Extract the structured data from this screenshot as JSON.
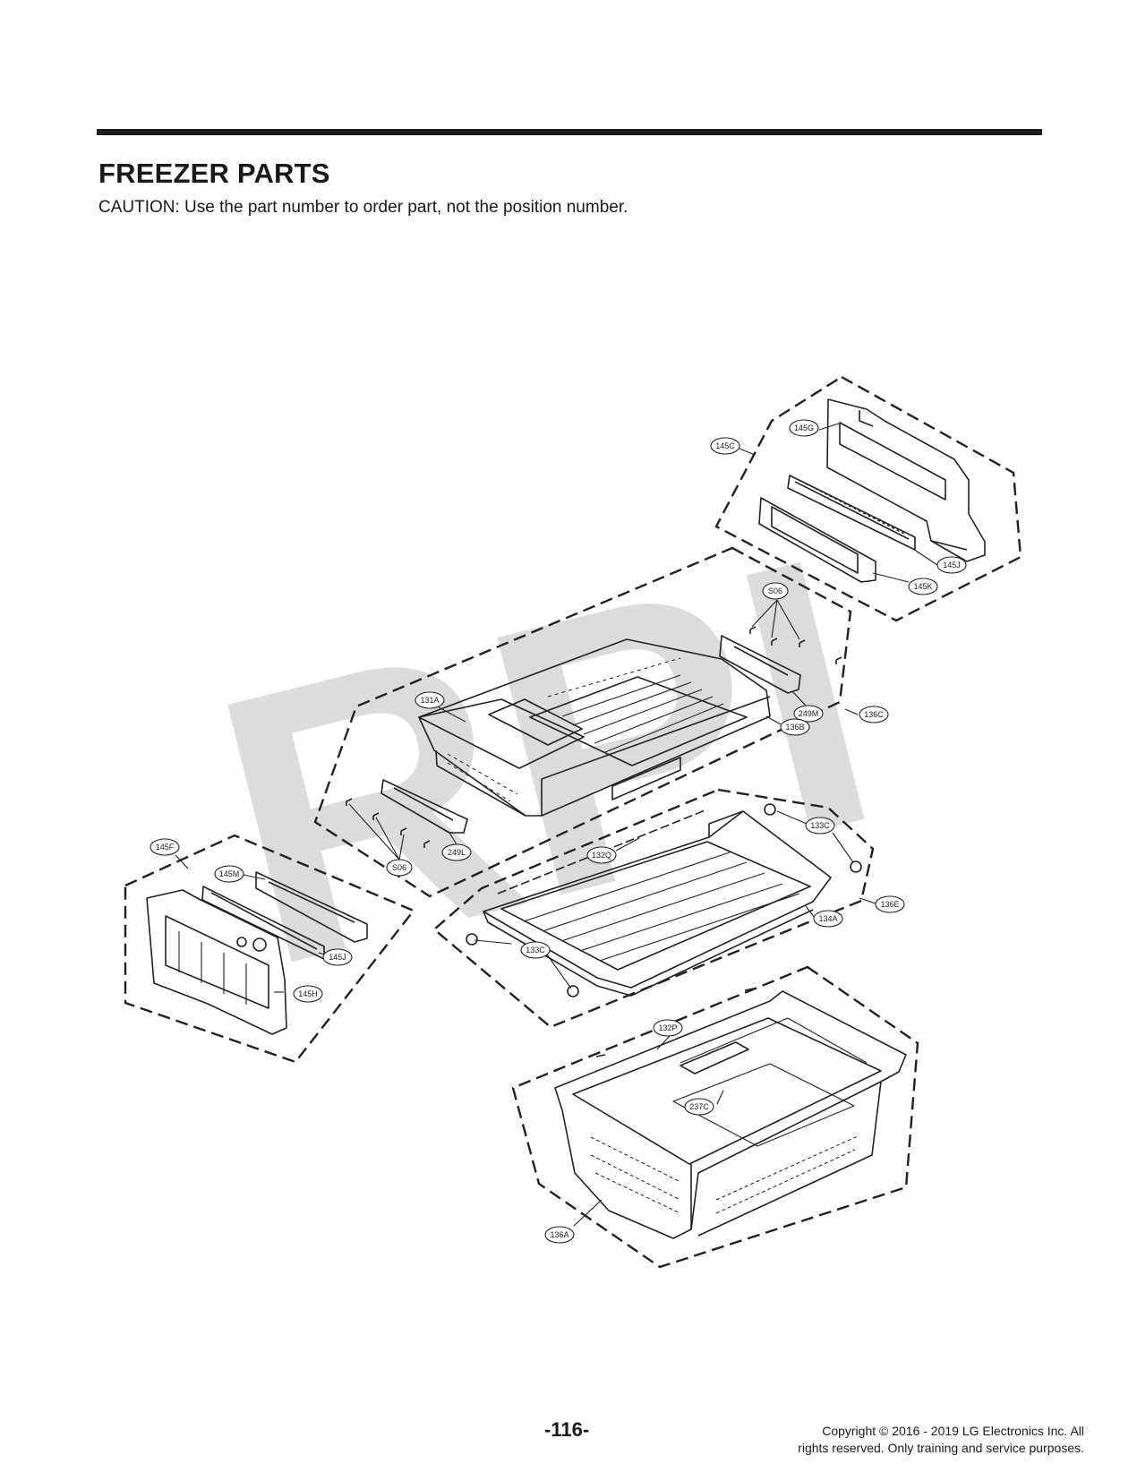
{
  "header": {
    "title": "FREEZER PARTS",
    "caution": "CAUTION: Use the part number to order part, not the position number."
  },
  "watermark": {
    "text": "RPI",
    "color": "#d9d9d9"
  },
  "callouts": [
    {
      "id": "c-145C",
      "label": "145C"
    },
    {
      "id": "c-145G",
      "label": "145G"
    },
    {
      "id": "c-145J-top",
      "label": "145J"
    },
    {
      "id": "c-145K",
      "label": "145K"
    },
    {
      "id": "c-S06-top",
      "label": "S06"
    },
    {
      "id": "c-131A",
      "label": "131A"
    },
    {
      "id": "c-249M",
      "label": "249M"
    },
    {
      "id": "c-136C",
      "label": "136C"
    },
    {
      "id": "c-136B",
      "label": "136B"
    },
    {
      "id": "c-249L",
      "label": "249L"
    },
    {
      "id": "c-S06-bot",
      "label": "S06"
    },
    {
      "id": "c-132Q",
      "label": "132Q"
    },
    {
      "id": "c-133C-top",
      "label": "133C"
    },
    {
      "id": "c-136E",
      "label": "136E"
    },
    {
      "id": "c-134A",
      "label": "134A"
    },
    {
      "id": "c-133C-bot",
      "label": "133C"
    },
    {
      "id": "c-145F",
      "label": "145F"
    },
    {
      "id": "c-145M",
      "label": "145M"
    },
    {
      "id": "c-145J-left",
      "label": "145J"
    },
    {
      "id": "c-145H",
      "label": "145H"
    },
    {
      "id": "c-132P",
      "label": "132P"
    },
    {
      "id": "c-237C",
      "label": "237C"
    },
    {
      "id": "c-136A",
      "label": "136A"
    }
  ],
  "footer": {
    "page_number": "-116-",
    "copyright_line1": "Copyright © 2016 - 2019 LG Electronics Inc. All",
    "copyright_line2": "rights reserved. Only training and service purposes."
  }
}
